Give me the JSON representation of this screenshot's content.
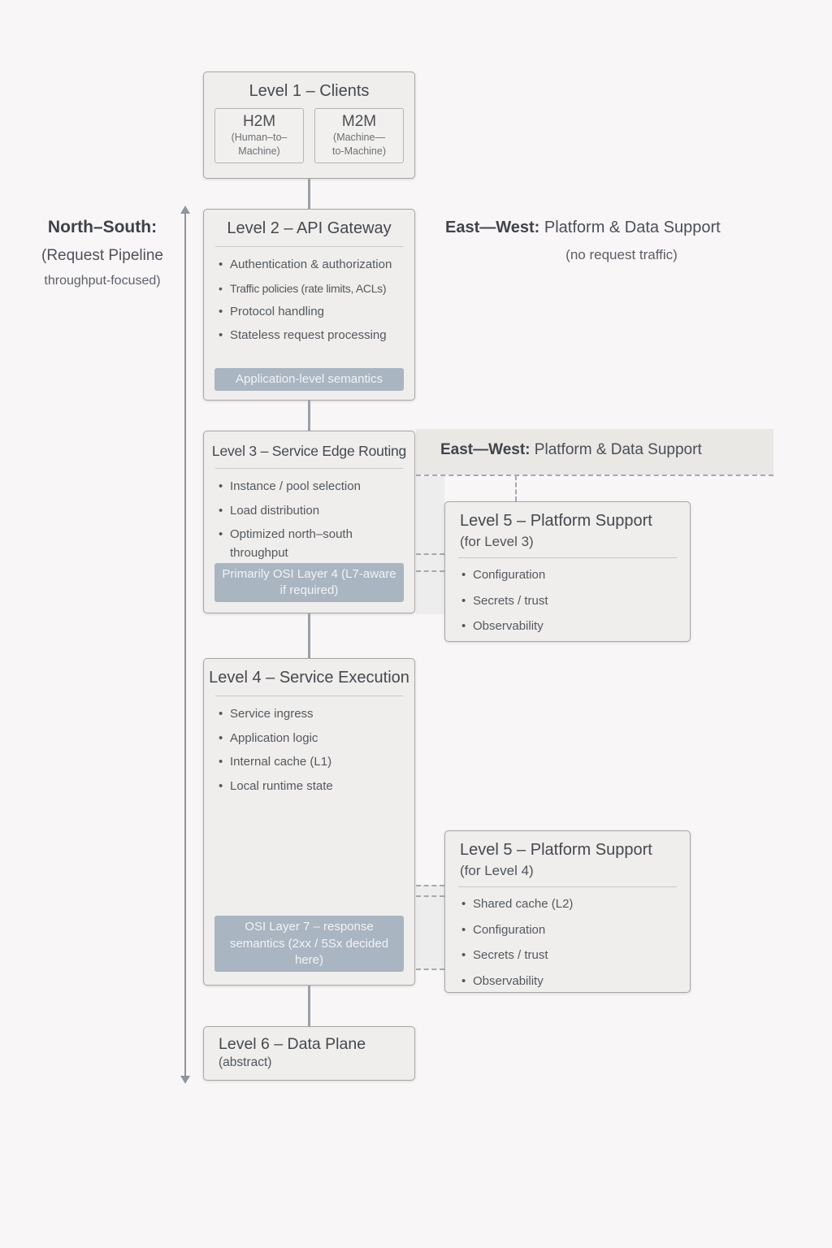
{
  "colors": {
    "background": "#f9f6f7",
    "box_fill": "#efeeec",
    "box_border": "#a7a7a5",
    "badge_fill": "#a9b5c1",
    "badge_text": "#f1f4f6",
    "band_fill": "#e9e8e5",
    "connector": "#9aa1a8",
    "dashed": "#a4a9ae"
  },
  "north_south": {
    "title": "North–South:",
    "line2": "(Request Pipeline",
    "line3": "throughput-focused)"
  },
  "east_west_header": {
    "label": "East—West:",
    "title": "Platform & Data Support",
    "subtitle": "(no request traffic)"
  },
  "east_west_band": {
    "label": "East—West:",
    "title": "Platform & Data Support"
  },
  "levels": {
    "l1": {
      "title": "Level 1 – Clients",
      "clients": [
        {
          "name": "H2M",
          "desc_line1": "(Human–to–",
          "desc_line2": "Machine)"
        },
        {
          "name": "M2M",
          "desc_line1": "(Machine—",
          "desc_line2": "to-Machine)"
        }
      ]
    },
    "l2": {
      "title": "Level 2 – API Gateway",
      "bullets": [
        "Authentication & authorization",
        "Traffic policies (rate limits, ACLs)",
        "Protocol handling",
        "Stateless request processing"
      ],
      "badge": "Application-level semantics"
    },
    "l3": {
      "title": "Level 3 – Service Edge Routing",
      "bullets": [
        "Instance / pool selection",
        "Load distribution",
        "Optimized north–south throughput"
      ],
      "badge": "Primarily OSI Layer 4 (L7-aware if required)"
    },
    "l4": {
      "title": "Level 4 – Service Execution",
      "bullets": [
        "Service ingress",
        "Application logic",
        "Internal cache (L1)",
        "Local runtime state"
      ],
      "badge": "OSI Layer 7 – response semantics (2xx / 5Sx decided here)"
    },
    "l5a": {
      "title": "Level 5 – Platform Support",
      "subtitle": "(for Level 3)",
      "bullets": [
        "Configuration",
        "Secrets / trust",
        "Observability"
      ]
    },
    "l5b": {
      "title": "Level 5 – Platform Support",
      "subtitle": "(for Level 4)",
      "bullets": [
        "Shared cache (L2)",
        "Configuration",
        "Secrets / trust",
        "Observability"
      ]
    },
    "l6": {
      "title": "Level 6 – Data Plane",
      "subtitle": "(abstract)"
    }
  }
}
